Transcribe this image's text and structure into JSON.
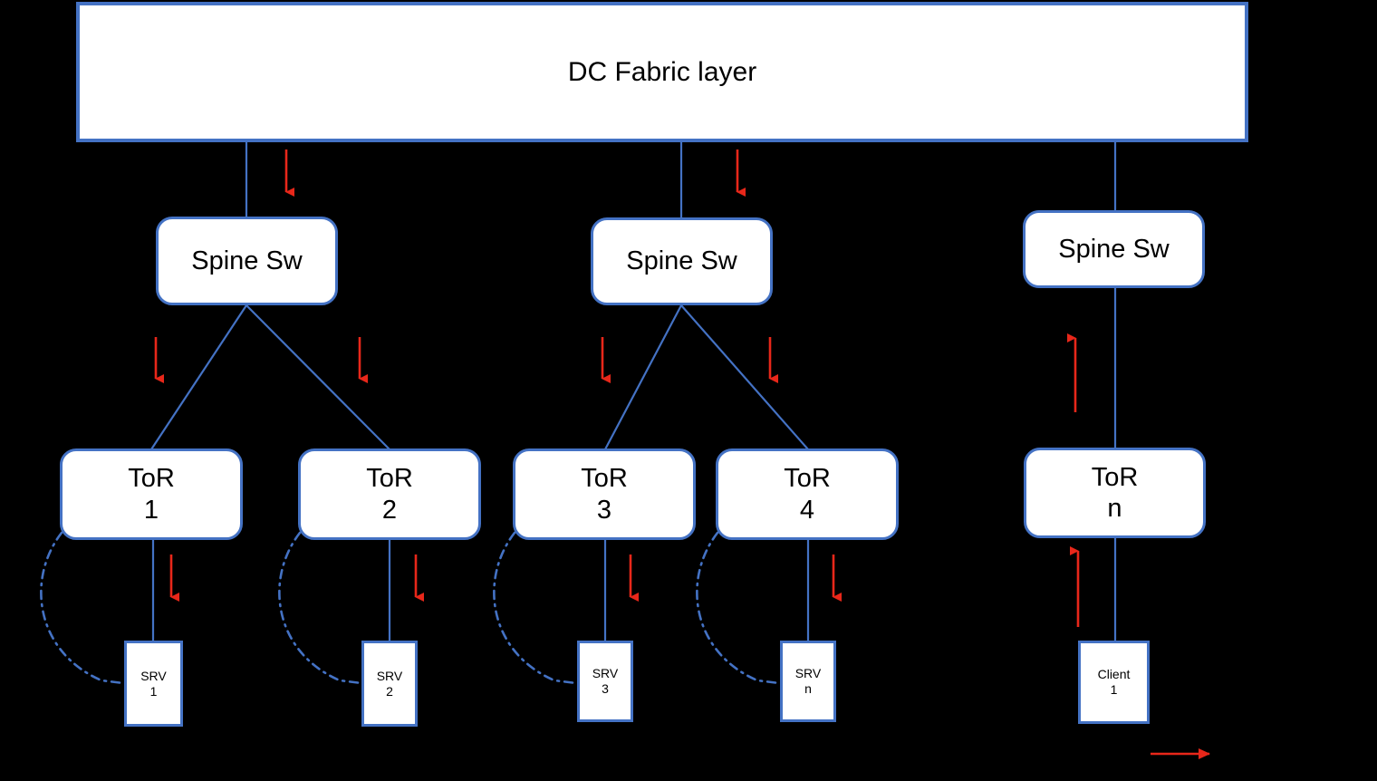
{
  "diagram": {
    "title": "DC Fabric layer",
    "background_color": "#000000",
    "node_fill": "#FFFFFF",
    "node_border_color": "#4472C4",
    "link_color": "#4472C4",
    "arrow_color": "#E8271A",
    "text_color": "#000000"
  },
  "fabric": {
    "label": "DC Fabric layer"
  },
  "spines": [
    {
      "label": "Spine Sw"
    },
    {
      "label": "Spine Sw"
    },
    {
      "label": "Spine Sw"
    }
  ],
  "tors": [
    {
      "line1": "ToR",
      "line2": "1"
    },
    {
      "line1": "ToR",
      "line2": "2"
    },
    {
      "line1": "ToR",
      "line2": "3"
    },
    {
      "line1": "ToR",
      "line2": "4"
    },
    {
      "line1": "ToR",
      "line2": "n"
    }
  ],
  "endpoints": [
    {
      "line1": "SRV",
      "line2": "1"
    },
    {
      "line1": "SRV",
      "line2": "2"
    },
    {
      "line1": "SRV",
      "line2": "3"
    },
    {
      "line1": "SRV",
      "line2": "n"
    },
    {
      "line1": "Client",
      "line2": "1"
    }
  ]
}
